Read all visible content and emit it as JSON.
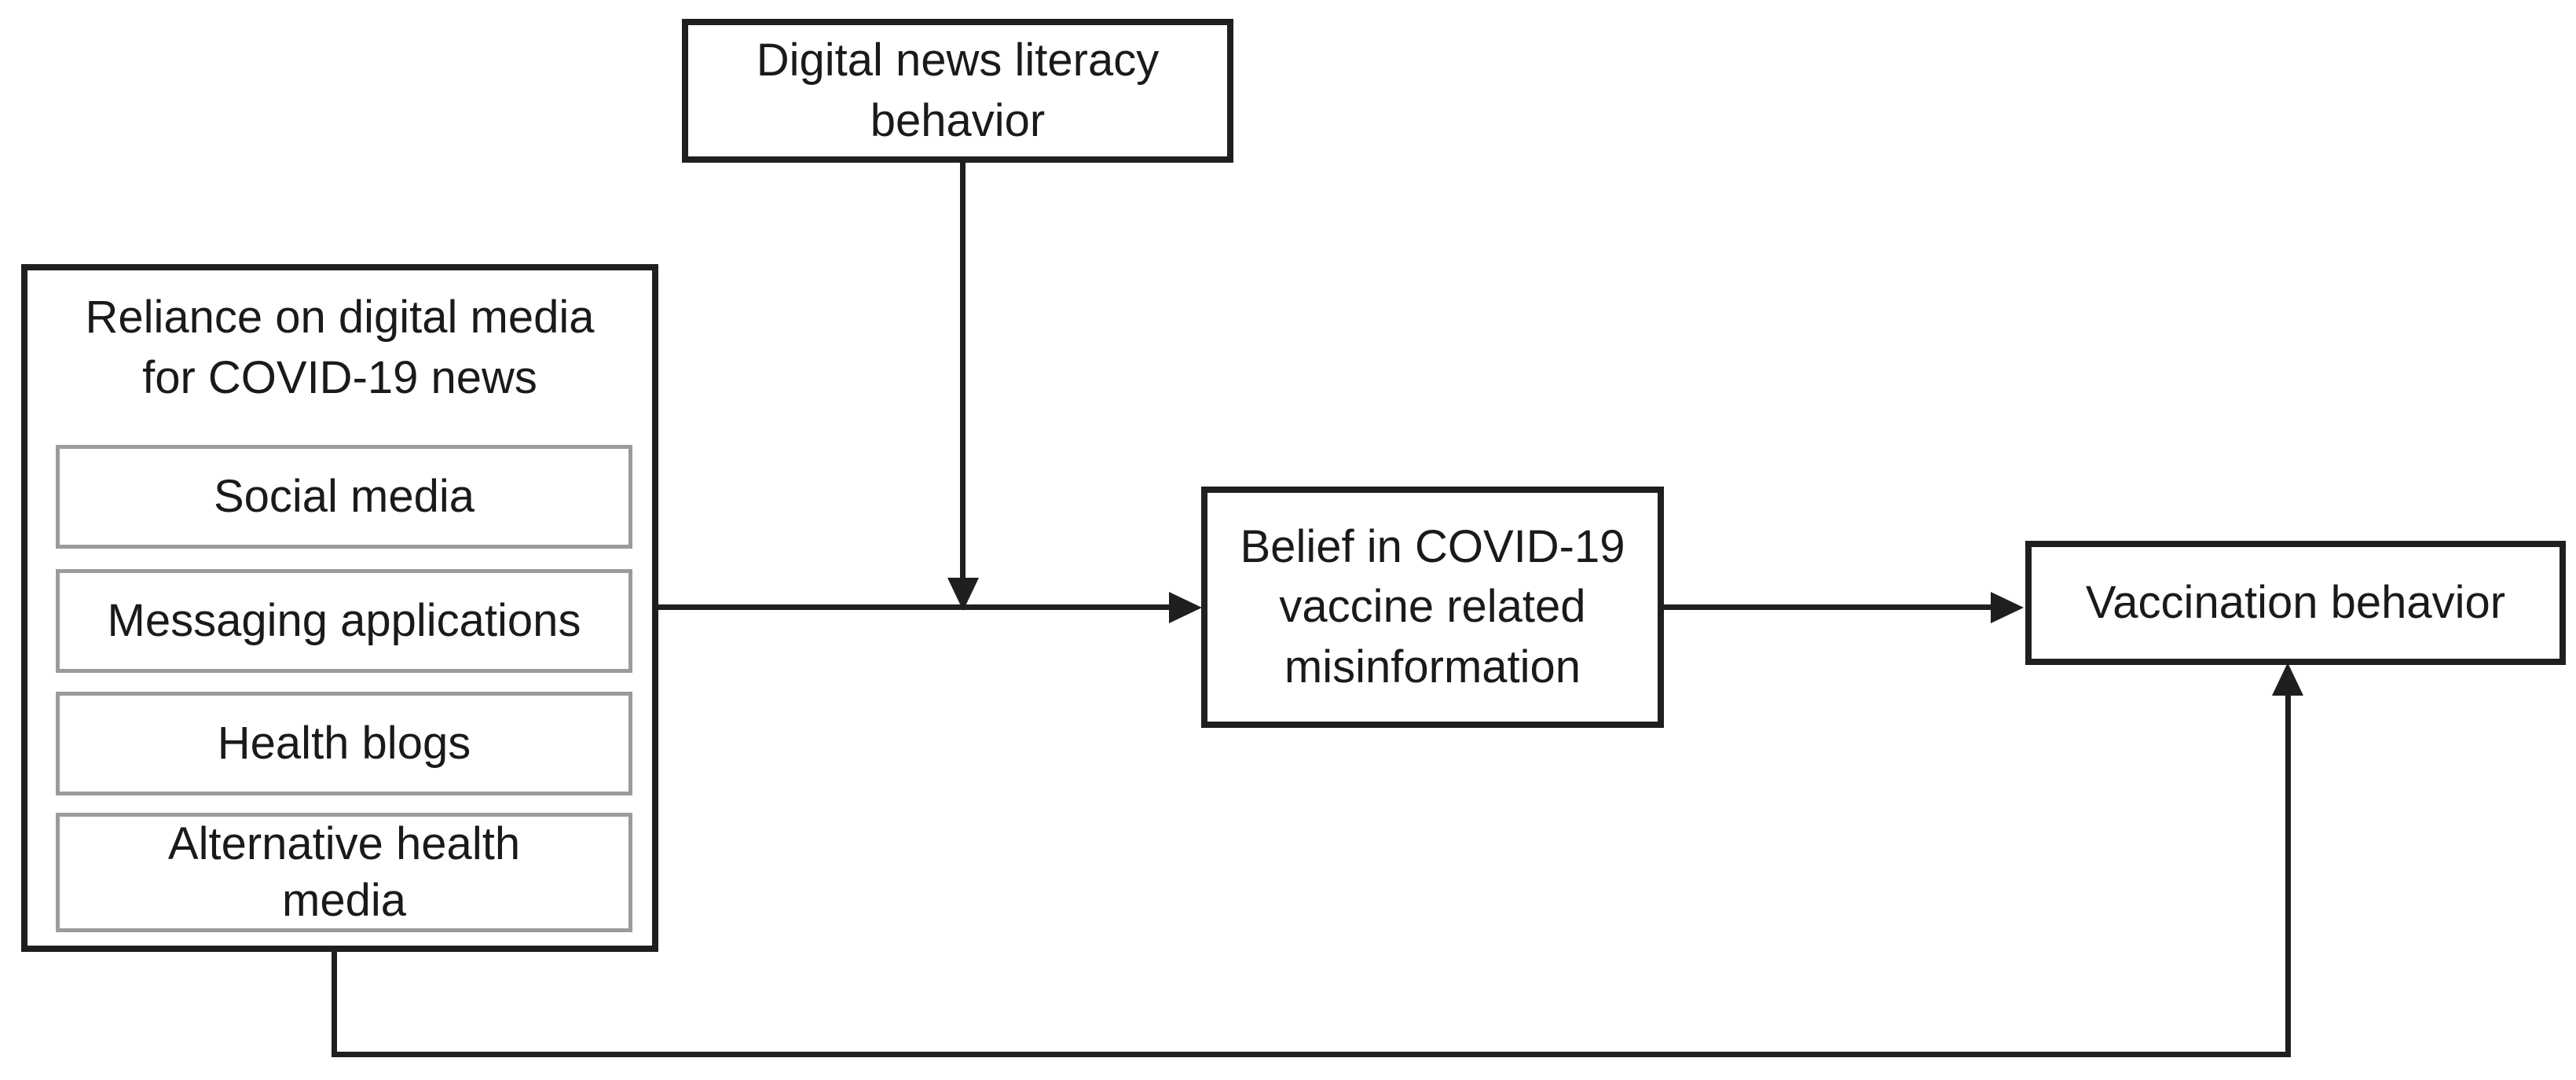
{
  "nodes": {
    "digital_news_literacy": {
      "label": "Digital news literacy\nbehavior"
    },
    "reliance": {
      "title": "Reliance on digital media\nfor COVID-19 news",
      "items": [
        "Social media",
        "Messaging applications",
        "Health blogs",
        "Alternative health\nmedia"
      ]
    },
    "belief": {
      "label": "Belief in COVID-19\nvaccine related\nmisinformation"
    },
    "vaccination": {
      "label": "Vaccination behavior"
    }
  },
  "edges": [
    {
      "from": "Reliance on digital media for COVID-19 news",
      "to": "Belief in COVID-19 vaccine related misinformation",
      "type": "arrow"
    },
    {
      "from": "Digital news literacy behavior",
      "to": "arrow between reliance and belief (moderation)",
      "type": "arrow"
    },
    {
      "from": "Belief in COVID-19 vaccine related misinformation",
      "to": "Vaccination behavior",
      "type": "arrow"
    },
    {
      "from": "Reliance on digital media for COVID-19 news",
      "to": "Vaccination behavior",
      "type": "arrow"
    }
  ],
  "colors": {
    "background": "#ffffff",
    "box_border": "#1f1f1f",
    "subbox_border": "#9b9b9b",
    "line": "#1f1f1f",
    "text": "#1a1a1a"
  }
}
